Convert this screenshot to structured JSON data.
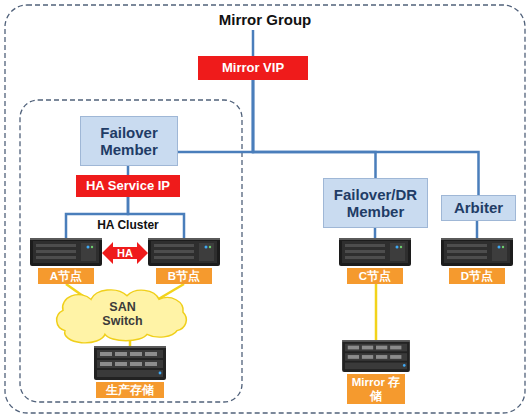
{
  "diagram": {
    "nodes": [
      {
        "text": [
          "Mirror Group"
        ]
      },
      {
        "text": [
          "Mirror VIP"
        ],
        "in": 0
      },
      {
        "text": [
          "Failover Member"
        ],
        "in": 0
      },
      {
        "text": [
          "HA Service IP"
        ],
        "in": 0
      },
      {
        "text": [
          "A节点"
        ],
        "in": 0
      },
      {
        "text": [
          "B节点"
        ],
        "in": 0
      },
      {
        "text": [
          "SAN Switch"
        ],
        "in": 0
      },
      {
        "text": [
          "生产存储"
        ],
        "in": 0
      },
      {
        "text": [
          "Failover/DR Member"
        ],
        "in": 0
      },
      {
        "text": [
          "C节点"
        ],
        "in": 0
      },
      {
        "text": [
          "Mirror 存储"
        ],
        "in": 0
      },
      {
        "text": [
          "Arbiter"
        ],
        "in": 0
      },
      {
        "text": [
          "D节点"
        ],
        "in": 0
      }
    ],
    "edges": [
      {
        "from": 1,
        "to": 2,
        "arrow": "none"
      },
      {
        "from": 1,
        "to": 8,
        "arrow": "none"
      },
      {
        "from": 1,
        "to": 11,
        "arrow": "none"
      },
      {
        "from": 2,
        "to": 3,
        "arrow": "none"
      },
      {
        "from": 3,
        "to": 4,
        "arrow": "none"
      },
      {
        "from": 3,
        "to": 5,
        "arrow": "none"
      },
      {
        "from": 4,
        "to": 5,
        "label": "HA",
        "arrow": "both"
      },
      {
        "from": 4,
        "to": 6,
        "arrow": "none"
      },
      {
        "from": 5,
        "to": 6,
        "arrow": "none"
      },
      {
        "from": 6,
        "to": 7,
        "arrow": "none"
      },
      {
        "from": 8,
        "to": 9,
        "arrow": "none"
      },
      {
        "from": 9,
        "to": 10,
        "arrow": "none"
      },
      {
        "from": 11,
        "to": 12,
        "arrow": "none"
      }
    ],
    "labels": [
      "HA Cluster"
    ]
  }
}
